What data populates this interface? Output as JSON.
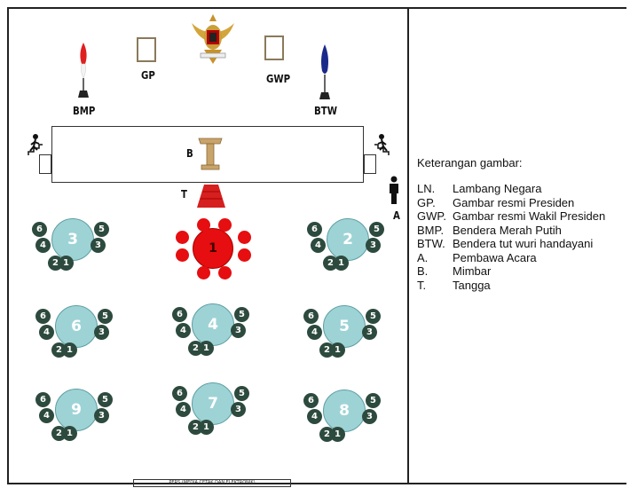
{
  "top_labels": {
    "bmp": "BMP",
    "gp": "GP",
    "gwp": "GWP",
    "btw": "BTW"
  },
  "stage_labels": {
    "b": "B",
    "t": "T",
    "a": "A"
  },
  "tables": [
    {
      "number": "3",
      "color": "blue"
    },
    {
      "number": "1",
      "color": "red"
    },
    {
      "number": "2",
      "color": "blue"
    },
    {
      "number": "6",
      "color": "blue"
    },
    {
      "number": "4",
      "color": "blue"
    },
    {
      "number": "5",
      "color": "blue"
    },
    {
      "number": "9",
      "color": "blue"
    },
    {
      "number": "7",
      "color": "blue"
    },
    {
      "number": "8",
      "color": "blue"
    }
  ],
  "chair_numbers": [
    "1",
    "2",
    "3",
    "4",
    "5",
    "6"
  ],
  "legend": {
    "title": "Keterangan gambar:",
    "items": [
      {
        "code": "LN.",
        "text": "Lambang Negara"
      },
      {
        "code": "GP.",
        "text": "Gambar resmi Presiden"
      },
      {
        "code": "GWP.",
        "text": "Gambar resmi Wakil Presiden"
      },
      {
        "code": "BMP.",
        "text": "Bendera Merah Putih"
      },
      {
        "code": "BTW.",
        "text": "Bendera tut wuri handayani"
      },
      {
        "code": "A.",
        "text": "Pembawa Acara"
      },
      {
        "code": "B.",
        "text": "Mimbar"
      },
      {
        "code": "T.",
        "text": "Tangga"
      }
    ]
  },
  "press_label": "PERS (MEDIA CETAK DAN ELEKTRONIK)",
  "colors": {
    "guest_table": "#9ed3d6",
    "vip_table": "#e60e10",
    "chair": "#2d4a3e",
    "podium": "#c8a36a"
  },
  "icons": {
    "emblem": "garuda-emblem-icon",
    "flag_red_white": "flag-red-white-icon",
    "flag_blue": "flag-tut-wuri-icon",
    "podium": "podium-icon",
    "stairs": "stairs-icon",
    "person": "person-icon"
  }
}
